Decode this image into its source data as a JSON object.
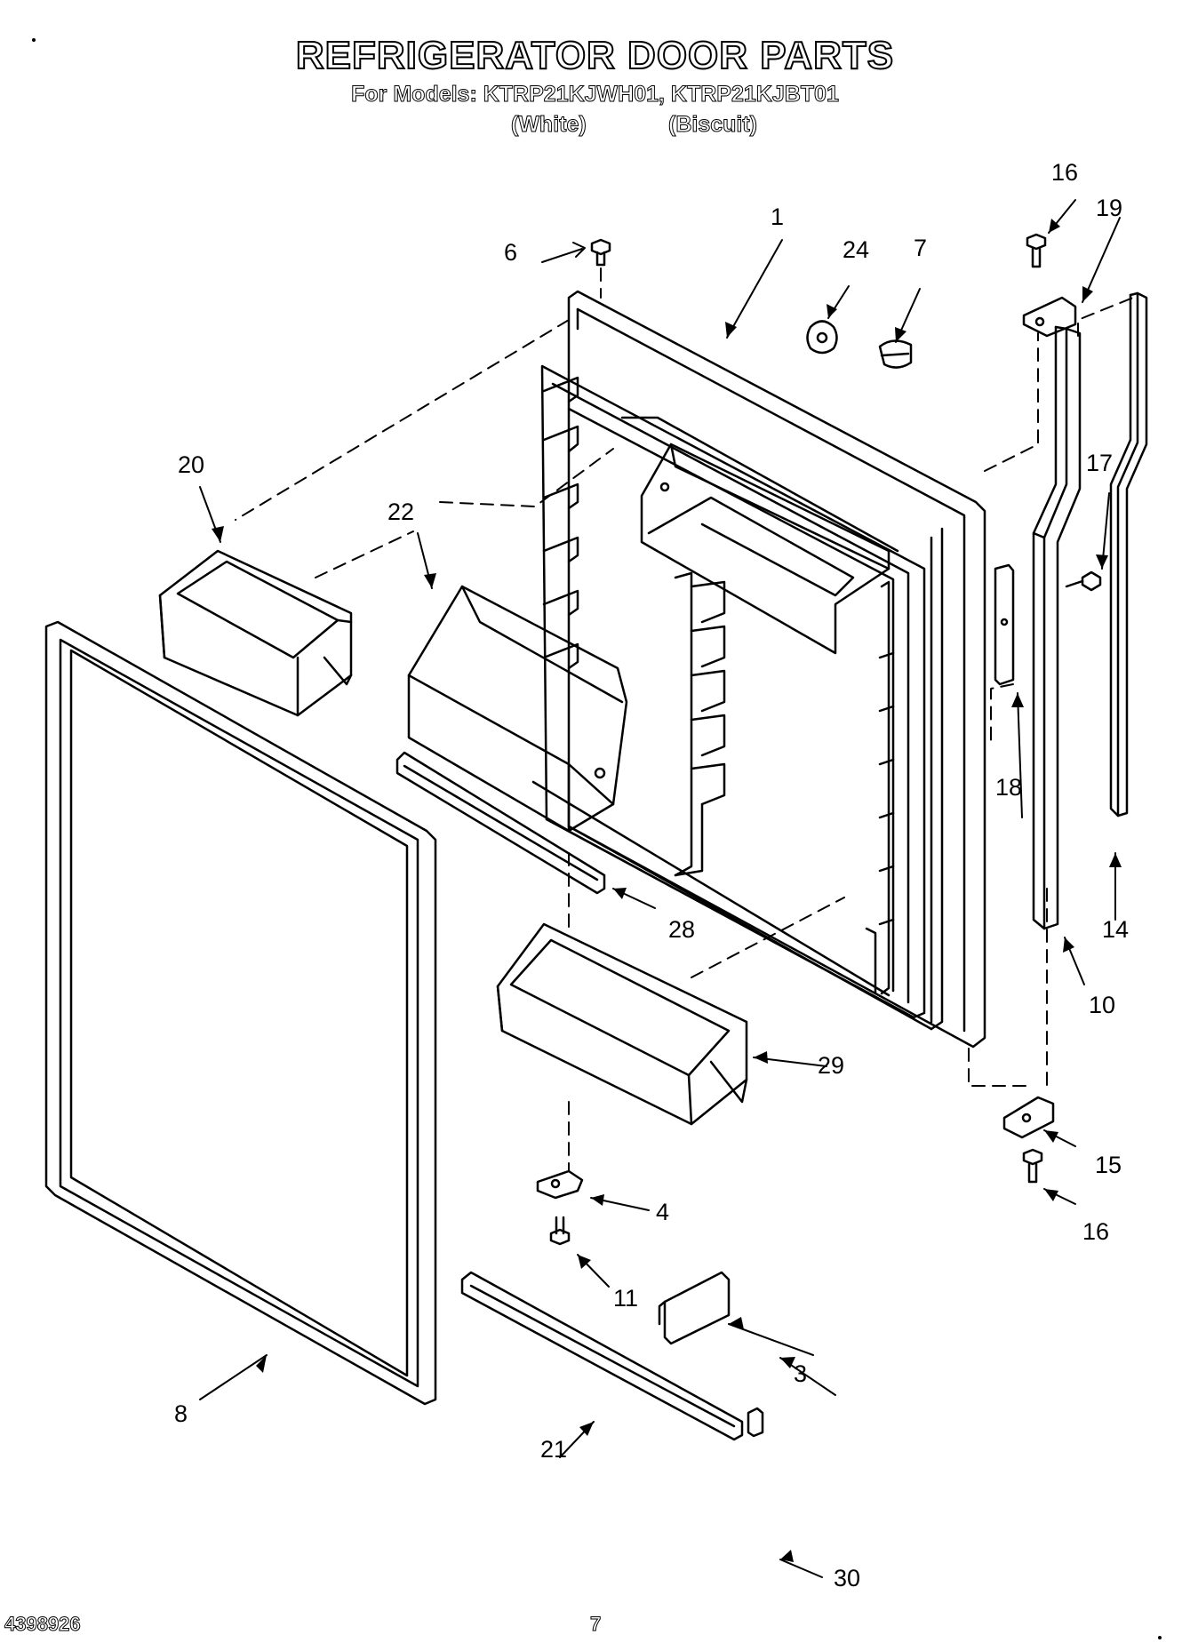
{
  "header": {
    "title": "REFRIGERATOR DOOR PARTS",
    "models_line": "For Models: KTRP21KJWH01, KTRP21KJBT01",
    "variant_white": "(White)",
    "variant_biscuit": "(Biscuit)"
  },
  "footer": {
    "doc_number": "4398926",
    "page_number": "7"
  },
  "callouts": [
    "1",
    "3",
    "4",
    "6",
    "7",
    "8",
    "10",
    "11",
    "14",
    "15",
    "16",
    "16",
    "17",
    "18",
    "19",
    "20",
    "21",
    "22",
    "24",
    "28",
    "29",
    "30"
  ]
}
